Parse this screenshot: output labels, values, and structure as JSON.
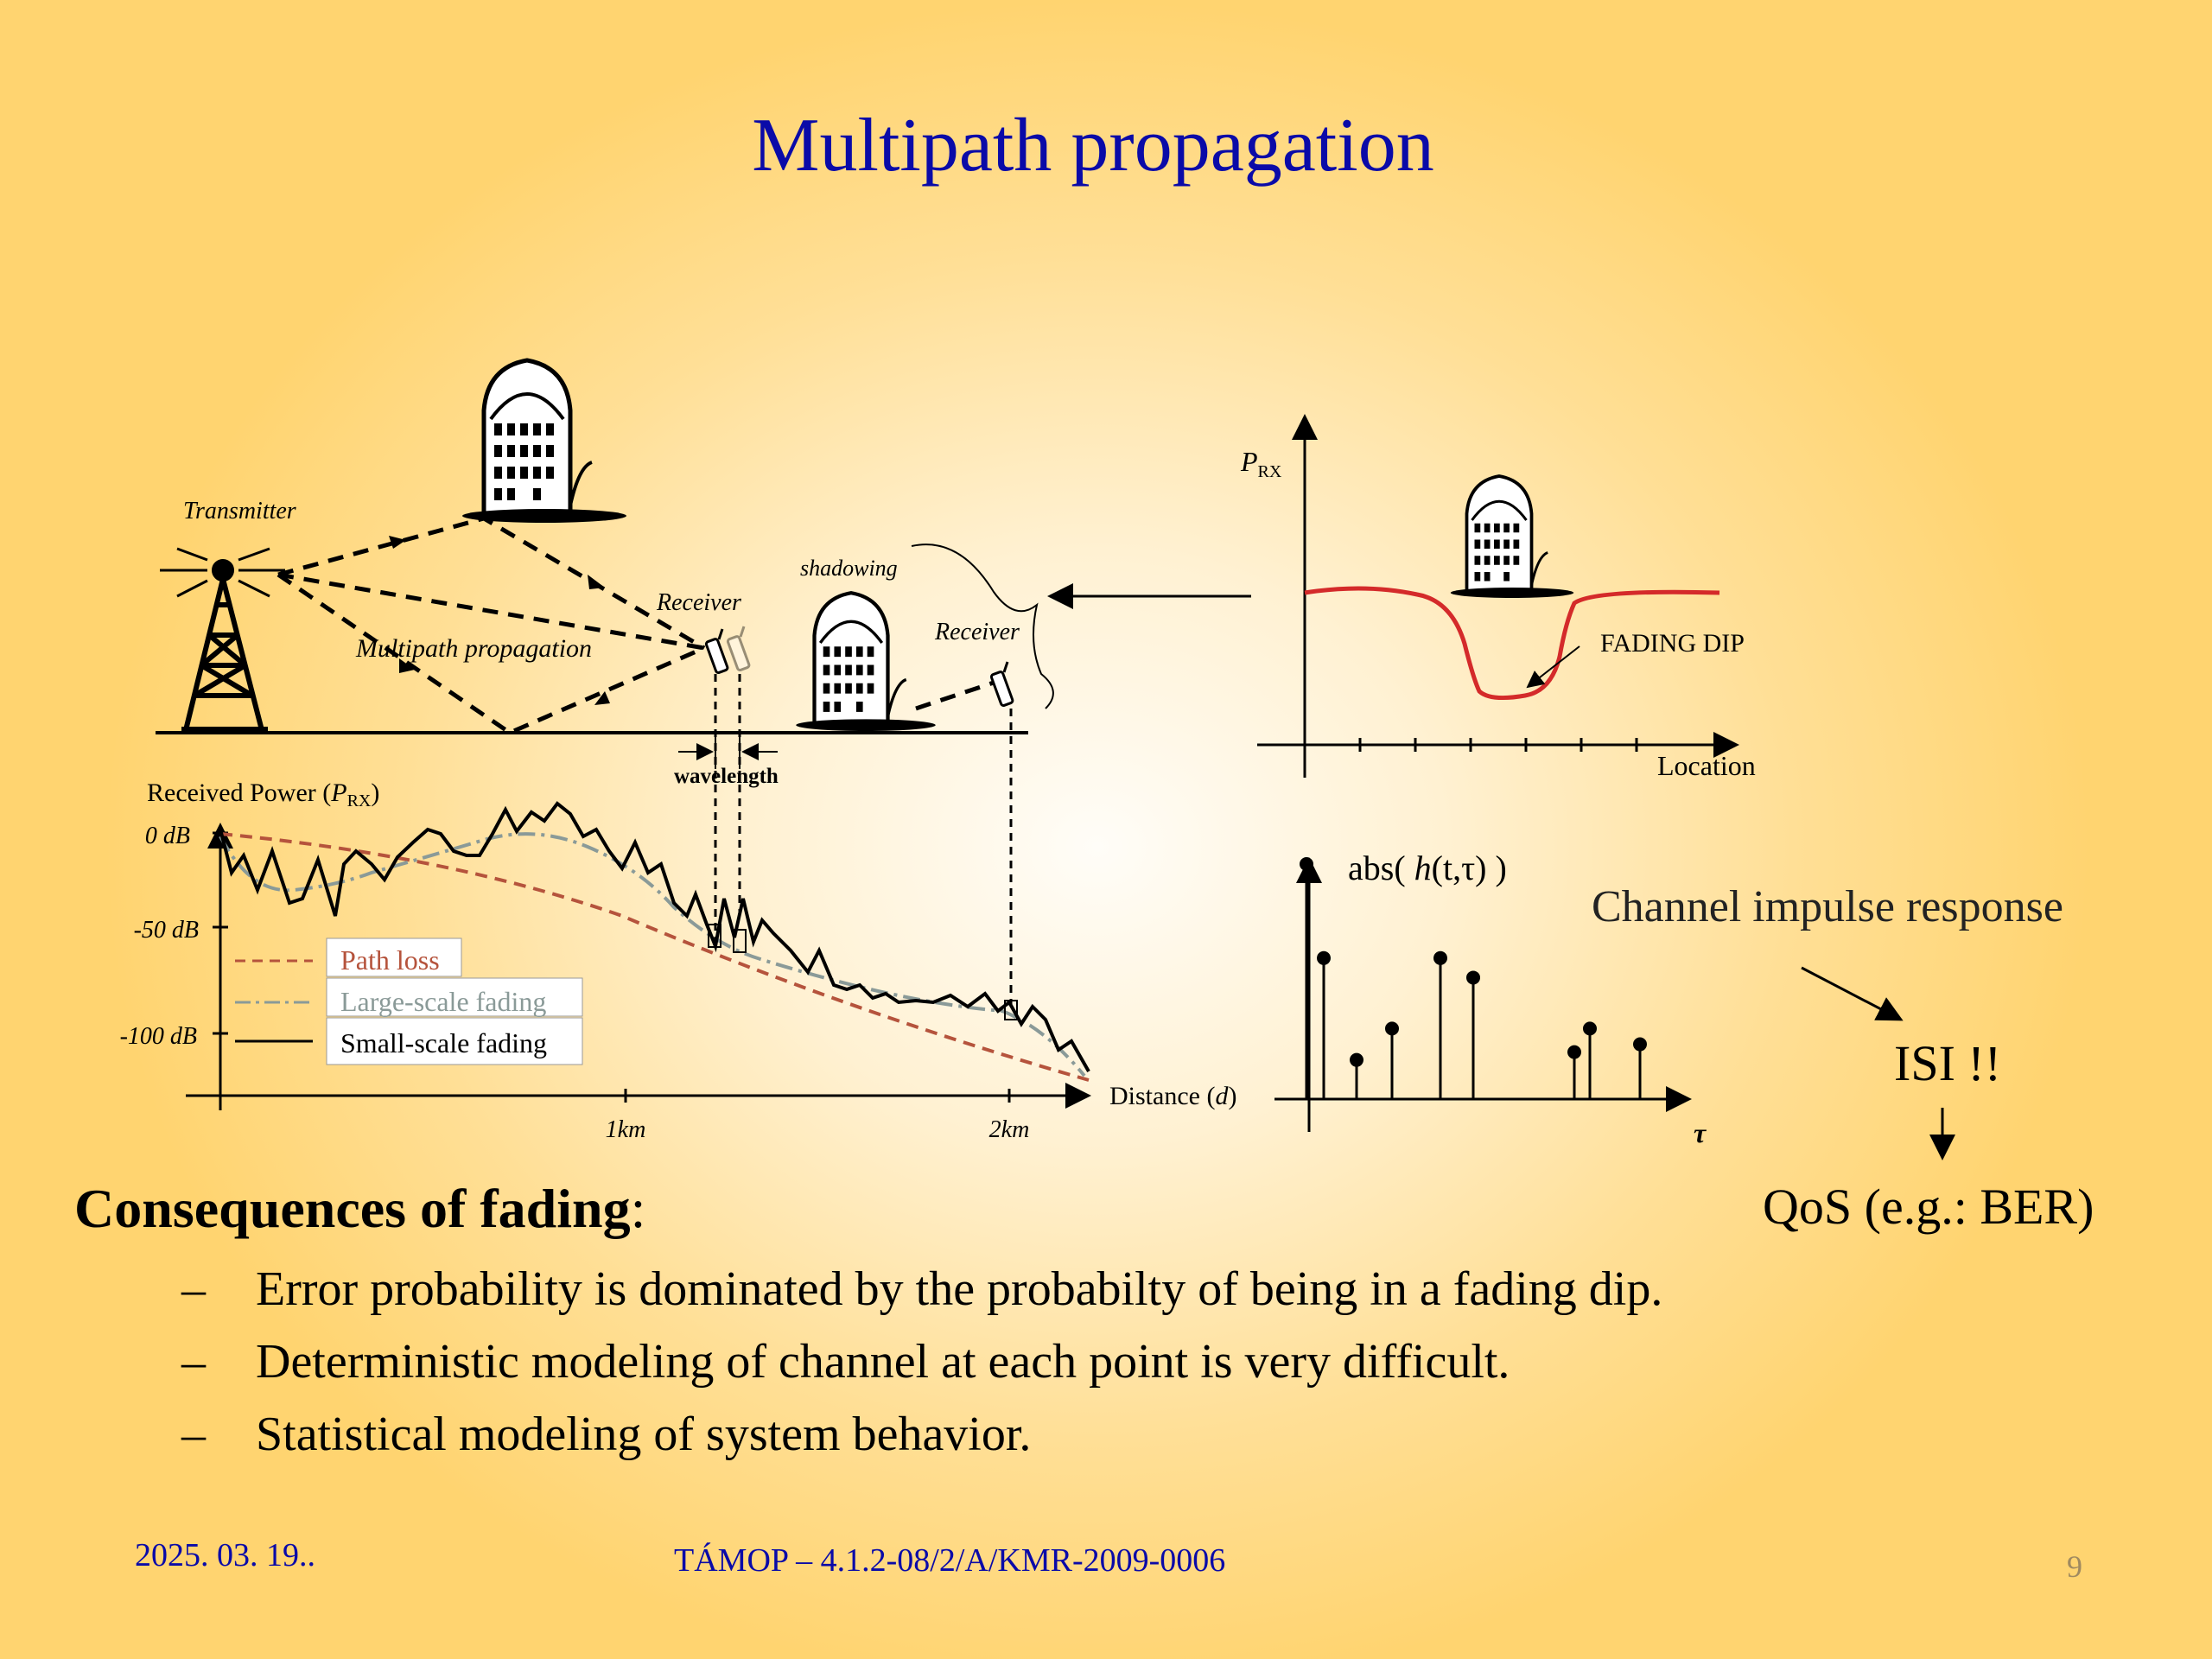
{
  "slide": {
    "title": "Multipath propagation",
    "footer": {
      "date": "2025. 03. 19..",
      "project": "TÁMOP – 4.1.2-08/2/A/KMR-2009-0006",
      "page": "9"
    }
  },
  "scene": {
    "transmitter": "Transmitter",
    "receiver_1": "Receiver",
    "receiver_2": "Receiver",
    "shadowing": "shadowing",
    "multipath": "Multipath propagation",
    "wavelength": "wavelength"
  },
  "power_plot": {
    "ylabel_prefix": "Received Power (",
    "ylabel_symbol": "P",
    "ylabel_sub": "RX",
    "ylabel_suffix": ")",
    "xlabel_prefix": "Distance (",
    "xlabel_symbol": "d",
    "xlabel_suffix": ")",
    "y_ticks": [
      "0 dB",
      "-50 dB",
      "-100 dB"
    ],
    "x_ticks": [
      "1km",
      "2km"
    ],
    "legend": [
      "Path loss",
      "Large-scale fading",
      "Small-scale fading"
    ]
  },
  "fading_plot": {
    "ylabel_symbol": "P",
    "ylabel_sub": "RX",
    "xlabel": "Location",
    "annotation": "FADING DIP"
  },
  "impulse_plot": {
    "ylabel_prefix": "abs( ",
    "ylabel_symbol": "h",
    "ylabel_args": "(t,τ)",
    "ylabel_suffix": " )",
    "xlabel": "τ",
    "taps": [
      0.6,
      0.36,
      0.1,
      0.18,
      0.36,
      0.31,
      0.12,
      0.18,
      0.14
    ]
  },
  "chain": {
    "cir": "Channel impulse response",
    "isi": "ISI !!",
    "qos": "QoS (e.g.: BER)"
  },
  "consequences": {
    "heading": "Consequences of fading",
    "colon": ":",
    "dash": "–",
    "bullets": [
      "Error probability is dominated by the probabilty of being in a fading dip.",
      "Deterministic modeling of channel at each point is very difficult.",
      "Statistical modeling of system behavior."
    ]
  },
  "colors": {
    "title": "#0a0aa8",
    "path_loss": "#b5533c",
    "fading_curve": "#d42a2a",
    "large_scale": "#8a9a98"
  }
}
